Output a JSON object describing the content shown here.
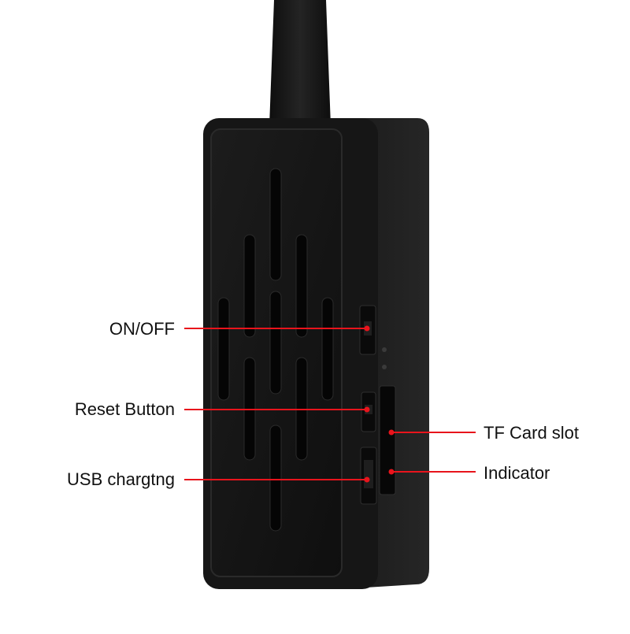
{
  "product": {
    "body_color": "#1b1b1b",
    "face_color": "#141414",
    "strap_color": "#161616"
  },
  "callout_color": "#e8141c",
  "callouts": {
    "on_off": "ON/OFF",
    "reset": "Reset Button",
    "usb": "USB chargtng",
    "tf_card": "TF Card slot",
    "indicator": "Indicator"
  }
}
